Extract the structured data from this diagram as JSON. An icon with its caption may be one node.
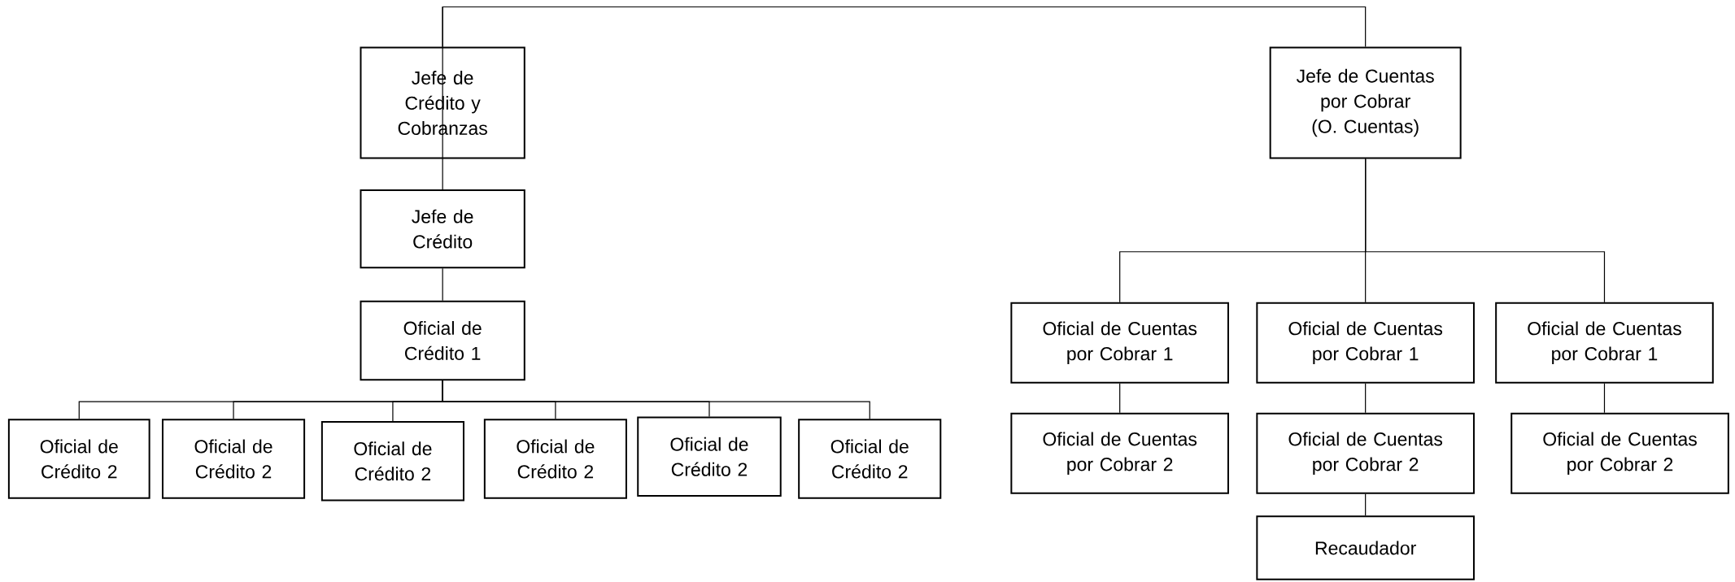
{
  "diagram": {
    "nodes": [
      {
        "text": [
          "Jefe de Crédito y Cobranzas"
        ]
      },
      {
        "text": [
          "Jefe de Cuentas por Cobrar (O. Cuentas)"
        ]
      },
      {
        "text": [
          "Jefe de Crédito"
        ]
      },
      {
        "text": [
          "Oficial de Crédito 1"
        ]
      },
      {
        "text": [
          "Oficial de Cuentas por Cobrar 1"
        ]
      },
      {
        "text": [
          "Oficial de Cuentas por Cobrar 1"
        ]
      },
      {
        "text": [
          "Oficial de Cuentas por Cobrar 1"
        ]
      },
      {
        "text": [
          "Oficial de Crédito 2"
        ]
      },
      {
        "text": [
          "Oficial de Crédito 2"
        ]
      },
      {
        "text": [
          "Oficial de Crédito 2"
        ]
      },
      {
        "text": [
          "Oficial de Crédito 2"
        ]
      },
      {
        "text": [
          "Oficial de Crédito 2"
        ]
      },
      {
        "text": [
          "Oficial de Crédito 2"
        ]
      },
      {
        "text": [
          "Oficial de Cuentas por Cobrar 2"
        ]
      },
      {
        "text": [
          "Oficial de Cuentas por Cobrar 2"
        ]
      },
      {
        "text": [
          "Oficial de Cuentas por Cobrar 2"
        ]
      },
      {
        "text": [
          "Recaudador"
        ]
      }
    ],
    "edges": [
      {
        "from": 0,
        "to": 1,
        "arrow": "none"
      },
      {
        "from": 0,
        "to": 2,
        "arrow": "none"
      },
      {
        "from": 2,
        "to": 3,
        "arrow": "none"
      },
      {
        "from": 3,
        "to": 7,
        "arrow": "none"
      },
      {
        "from": 3,
        "to": 8,
        "arrow": "none"
      },
      {
        "from": 3,
        "to": 9,
        "arrow": "none"
      },
      {
        "from": 3,
        "to": 10,
        "arrow": "none"
      },
      {
        "from": 3,
        "to": 11,
        "arrow": "none"
      },
      {
        "from": 3,
        "to": 12,
        "arrow": "none"
      },
      {
        "from": 1,
        "to": 4,
        "arrow": "none"
      },
      {
        "from": 1,
        "to": 5,
        "arrow": "none"
      },
      {
        "from": 1,
        "to": 6,
        "arrow": "none"
      },
      {
        "from": 4,
        "to": 13,
        "arrow": "none"
      },
      {
        "from": 5,
        "to": 14,
        "arrow": "none"
      },
      {
        "from": 6,
        "to": 15,
        "arrow": "none"
      },
      {
        "from": 14,
        "to": 16,
        "arrow": "none"
      }
    ]
  }
}
